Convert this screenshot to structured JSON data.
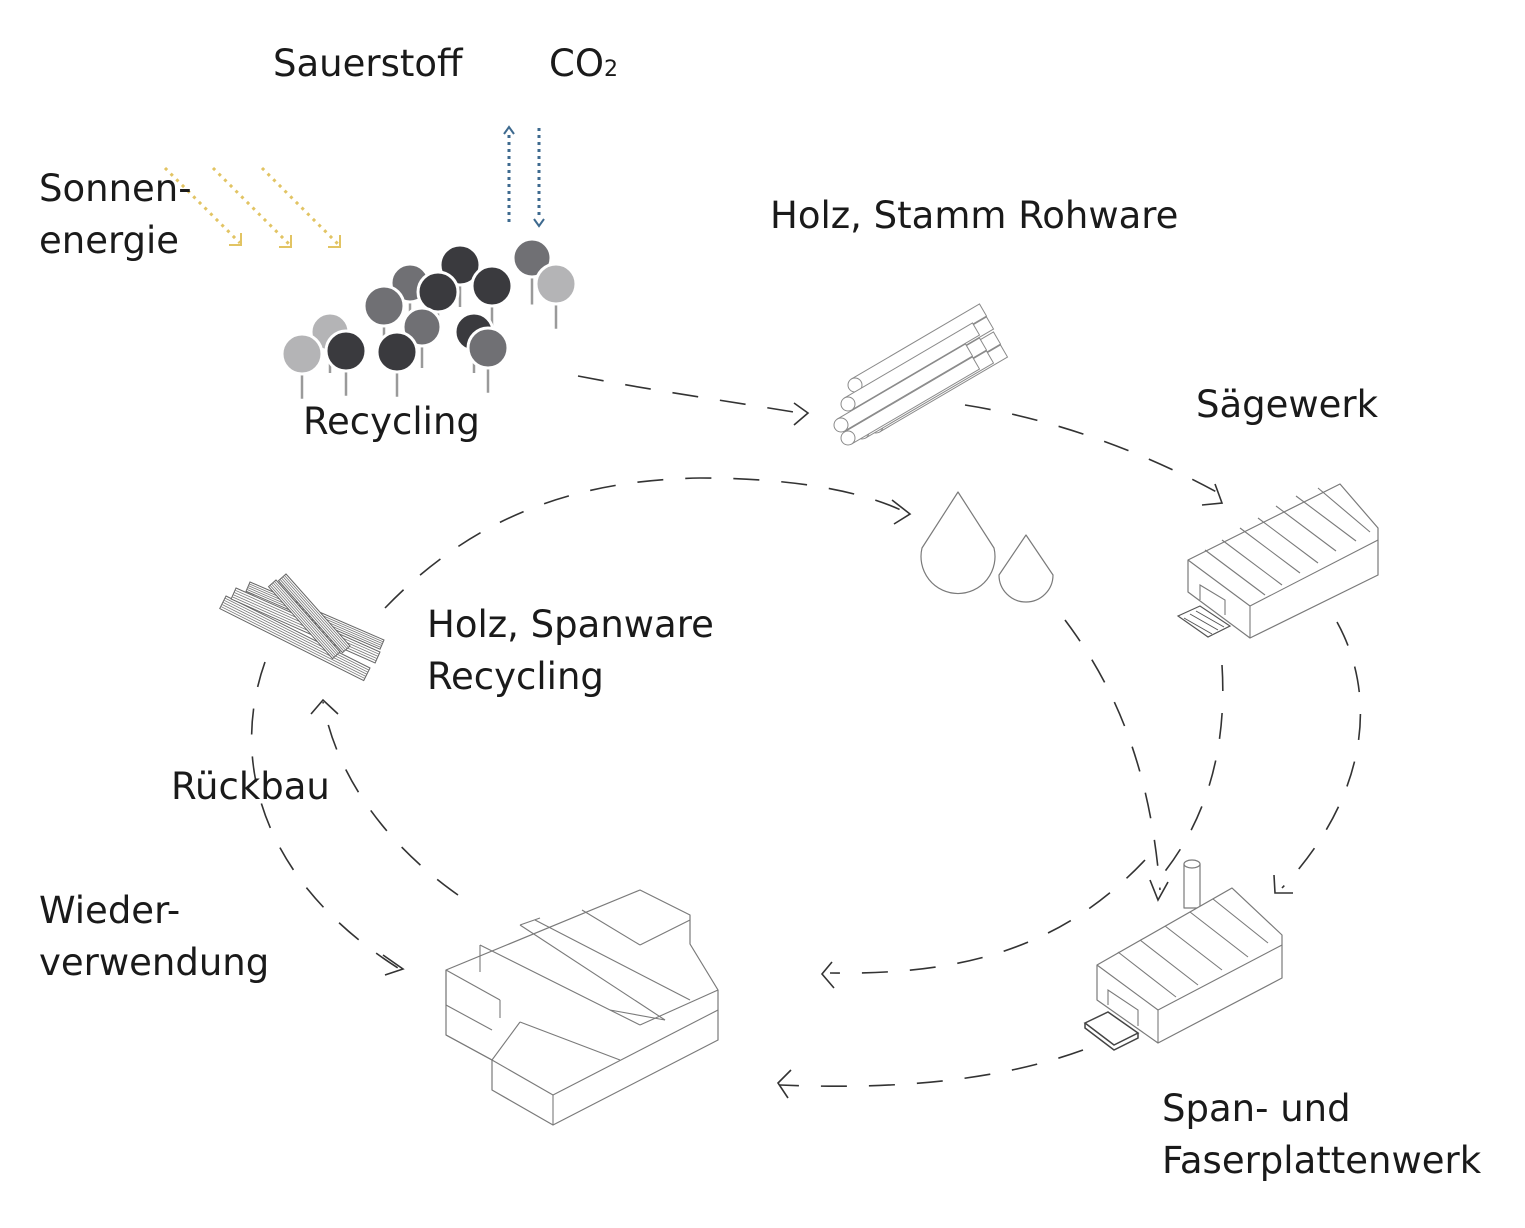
{
  "labels": {
    "sauerstoff": "Sauerstoff",
    "co2_main": "CO",
    "co2_sub": "2",
    "sonnenenergie_1": "Sonnen-",
    "sonnenenergie_2": "energie",
    "recycling_forest": "Recycling",
    "holz_stamm": "Holz, Stamm Rohware",
    "saegewerk": "Sägewerk",
    "holz_span_1": "Holz, Spanware",
    "holz_span_2": "Recycling",
    "rueckbau": "Rückbau",
    "wieder_1": "Wieder-",
    "wieder_2": "verwendung",
    "span_1": "Span- und",
    "span_2": "Faserplattenwerk"
  },
  "colors": {
    "sun_rays": "#e2c463",
    "gas_arrows": "#3e6a8f",
    "tree_dark": "#3a3a3e",
    "tree_mid": "#707074",
    "tree_light": "#b4b4b6",
    "line": "#333333",
    "outline": "#7a7a7a"
  },
  "icons": [
    "forest-icon",
    "log-pile-icon",
    "water-drops-icon",
    "sawmill-icon",
    "board-stack-icon",
    "fiberboard-factory-icon",
    "building-icon"
  ]
}
